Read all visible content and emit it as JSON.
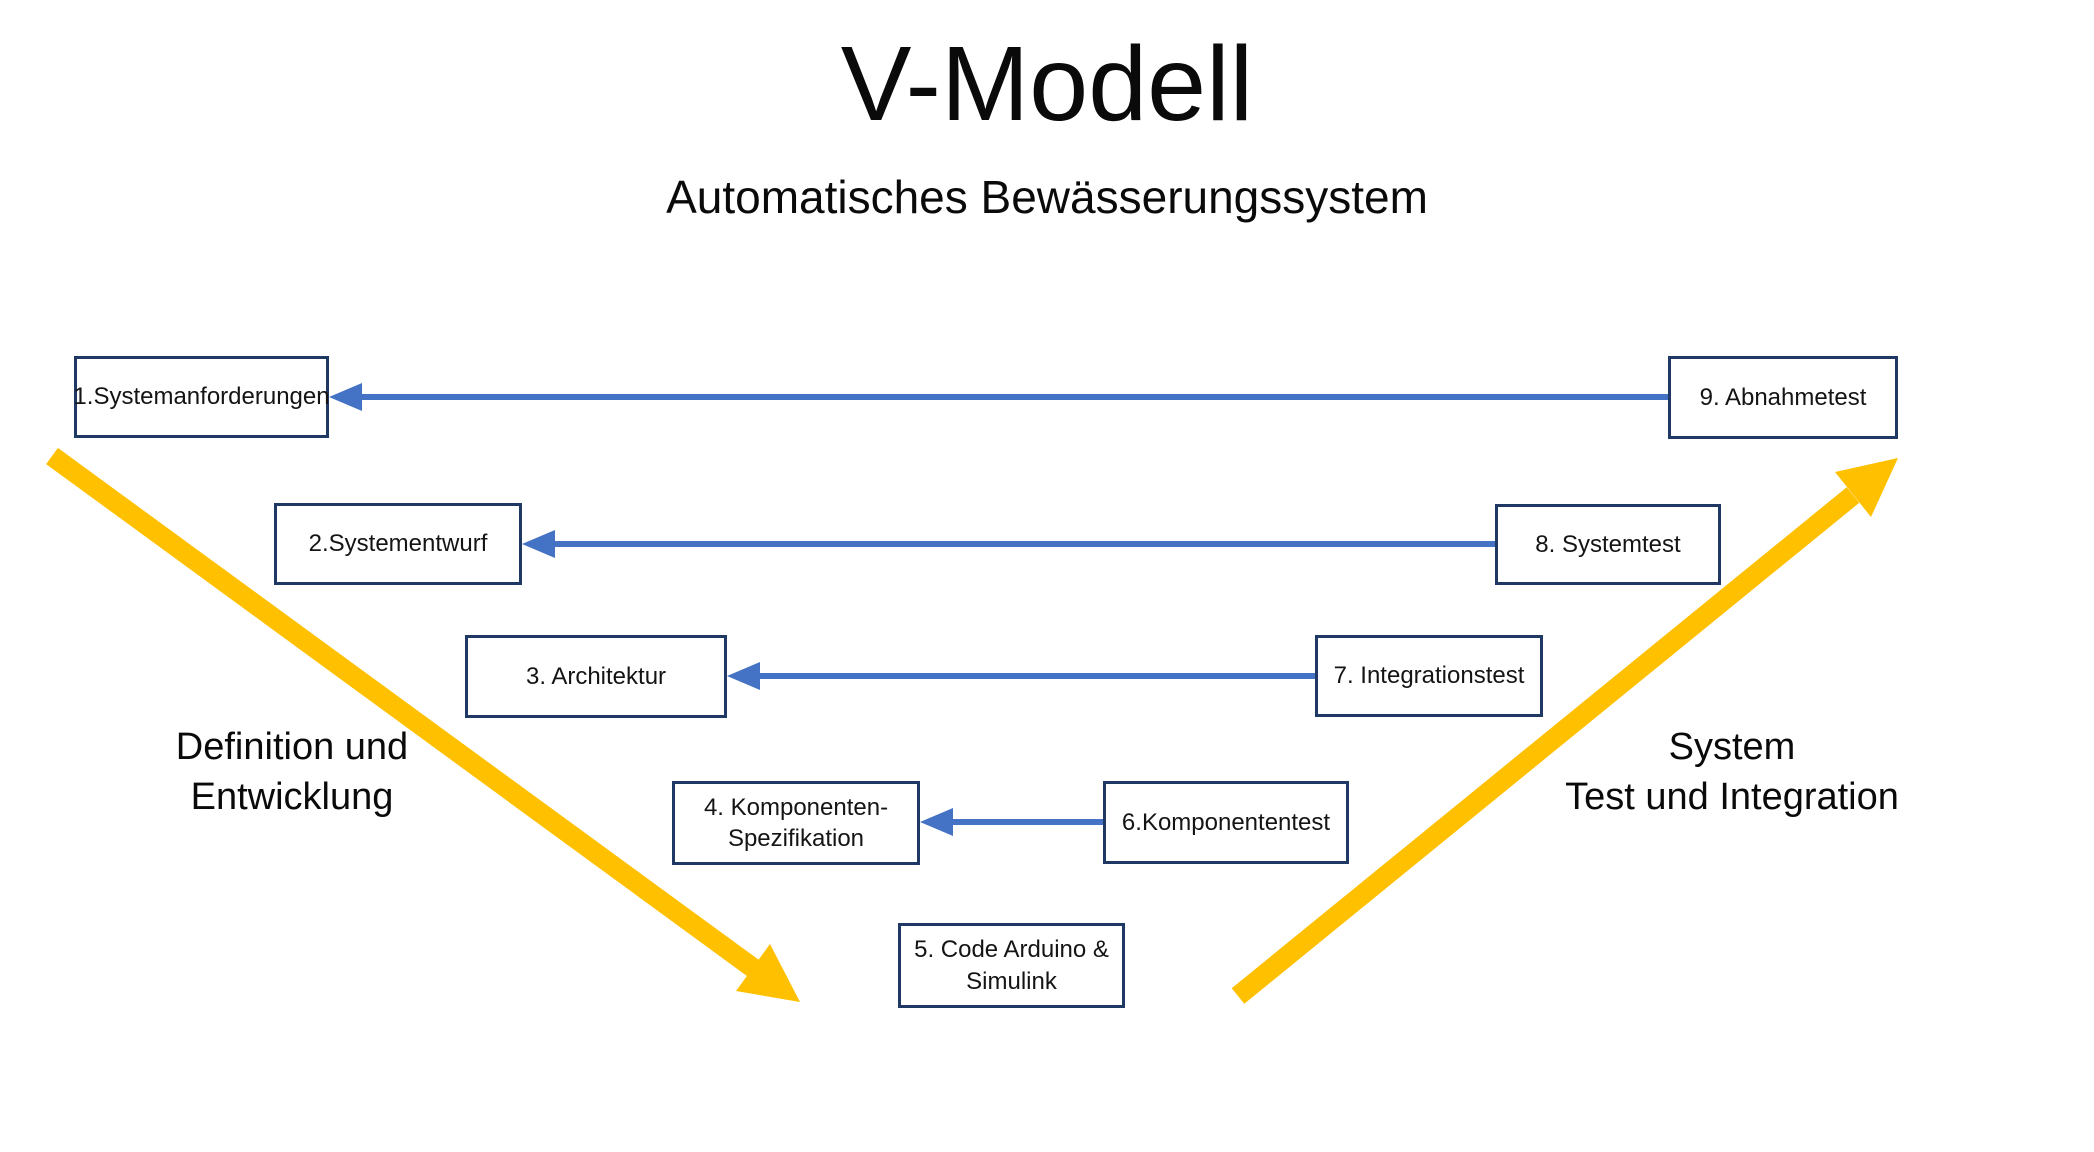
{
  "title": "V-Modell",
  "subtitle": "Automatisches Bewässerungssystem",
  "left_branch_label": "Definition und\nEntwicklung",
  "right_branch_label": "System\nTest und Integration",
  "stages": [
    {
      "id": 1,
      "label": "1.Systemanforderungen"
    },
    {
      "id": 2,
      "label": "2.Systementwurf"
    },
    {
      "id": 3,
      "label": "3. Architektur"
    },
    {
      "id": 4,
      "label": "4. Komponenten-\nSpezifikation"
    },
    {
      "id": 5,
      "label": "5. Code Arduino &\nSimulink"
    },
    {
      "id": 6,
      "label": "6.Komponententest"
    },
    {
      "id": 7,
      "label": "7. Integrationstest"
    },
    {
      "id": 8,
      "label": "8. Systemtest"
    },
    {
      "id": 9,
      "label": "9. Abnahmetest"
    }
  ],
  "connections": [
    {
      "from": 9,
      "to": 1,
      "type": "verification-arrow"
    },
    {
      "from": 8,
      "to": 2,
      "type": "verification-arrow"
    },
    {
      "from": 7,
      "to": 3,
      "type": "verification-arrow"
    },
    {
      "from": 6,
      "to": 4,
      "type": "verification-arrow"
    }
  ],
  "colors": {
    "background": "#ffffff",
    "text_color": "#0a0a0a",
    "box_border": "#1f3864",
    "connector_blue": "#4472c4",
    "branch_yellow": "#ffc000"
  }
}
